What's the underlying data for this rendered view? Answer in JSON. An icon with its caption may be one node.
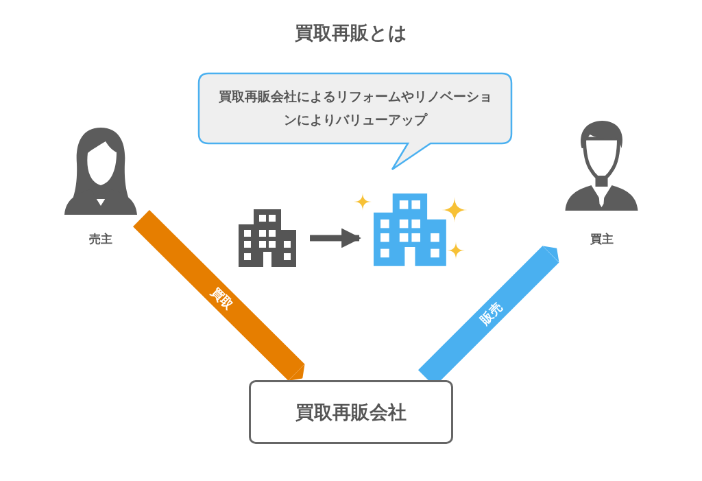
{
  "diagram": {
    "title": "買取再販とは",
    "nodes": [
      {
        "text": [
          "売主"
        ]
      },
      {
        "text": [
          "買主"
        ]
      },
      {
        "text": [
          "買取再販会社によるリフォームやリノベーションによりバリューアップ"
        ]
      },
      {
        "text": [],
        "shape": "building"
      },
      {
        "text": [],
        "shape": "building"
      },
      {
        "text": [
          "買取再販会社"
        ]
      }
    ],
    "edges": [
      {
        "from": 0,
        "to": 5,
        "arrow": "to",
        "label": "買取",
        "color": "#e67e00"
      },
      {
        "from": 5,
        "to": 1,
        "arrow": "to",
        "label": "販売",
        "color": "#4ab0f0"
      },
      {
        "from": 3,
        "to": 4,
        "arrow": "to",
        "color": "#555555"
      }
    ]
  }
}
